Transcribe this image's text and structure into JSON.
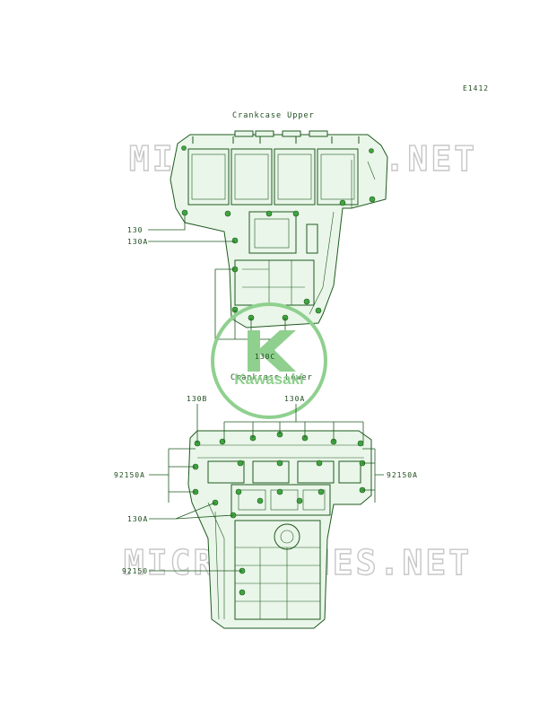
{
  "diagram_code": "E1412",
  "upper": {
    "title": "Crankcase Upper",
    "labels": [
      "130",
      "130A",
      "130C"
    ]
  },
  "lower": {
    "title": "Crankcase Lower",
    "labels": [
      "130B",
      "130A",
      "92150A",
      "92150A",
      "130A",
      "92150"
    ]
  },
  "watermark": {
    "site_text": "MICROFICHES.NET",
    "logo_text": "Kawasaki"
  },
  "colors": {
    "line": "#1f5a1f",
    "fill": "#eaf6ea",
    "bolt": "#3fa53f",
    "watermark": "#c7c7c7",
    "logo": "#8fd08f"
  }
}
